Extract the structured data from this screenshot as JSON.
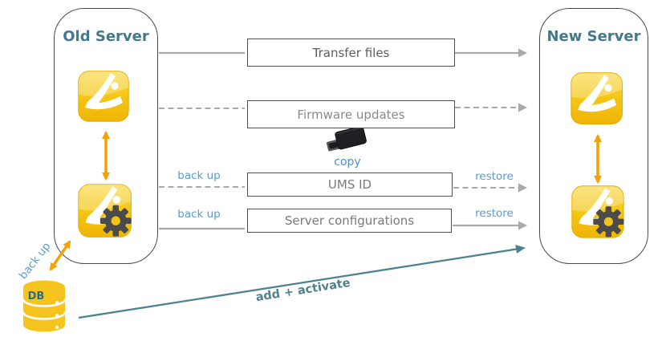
{
  "diagram": {
    "old_server": {
      "title": "Old Server"
    },
    "new_server": {
      "title": "New Server"
    },
    "rows": {
      "transfer_files": "Transfer files",
      "firmware_updates": "Firmware updates",
      "ums_id": "UMS ID",
      "server_configurations": "Server configurations"
    },
    "labels": {
      "backup_ums": "back up",
      "backup_config": "back up",
      "restore_ums": "restore",
      "restore_config": "restore",
      "copy": "copy",
      "add_activate": "add + activate",
      "db": "DB",
      "db_backup": "back up"
    },
    "colors": {
      "server_title_teal": "#44788C",
      "label_blue": "#5B9BD5",
      "teal_arrow": "#4E8191",
      "gray_line": "#A9A9A9",
      "box_border": "#4F4F4F",
      "box_text": "#6F6F6F",
      "igel_yellow": "#F4C614",
      "orange_arrow": "#F5A105",
      "gear_gray": "#4B4B4B",
      "db_yellow": "#F6C41E"
    }
  }
}
